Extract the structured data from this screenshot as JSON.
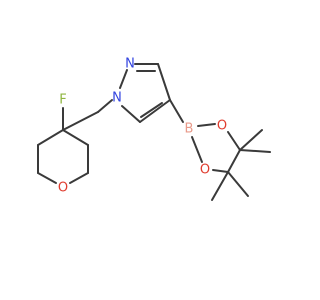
{
  "molecule": {
    "atom_labels": {
      "fluorine": "F",
      "ring_oxygen": "O",
      "pyrazole_n1": "N",
      "pyrazole_n2": "N",
      "boron": "B",
      "dioxaborolane_o1": "O",
      "dioxaborolane_o2": "O"
    },
    "colors": {
      "bond": "#3a3a3a",
      "fluorine": "#8fb640",
      "oxygen": "#e03c2e",
      "nitrogen": "#3344e0",
      "boron": "#e89a8a"
    }
  }
}
